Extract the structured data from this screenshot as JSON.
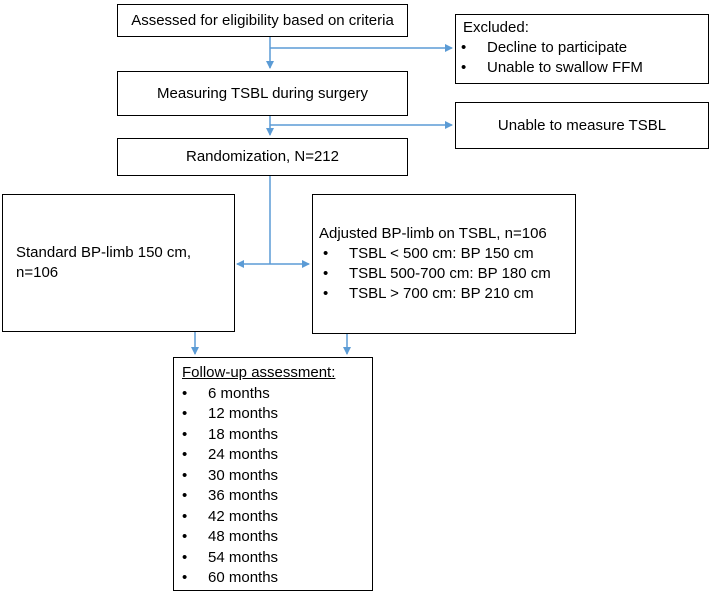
{
  "eligibility": {
    "text": "Assessed for eligibility based on criteria"
  },
  "excluded": {
    "title": "Excluded:",
    "items": [
      "Decline to participate",
      "Unable to swallow FFM"
    ]
  },
  "measuring": {
    "text": "Measuring TSBL during surgery"
  },
  "unable": {
    "text": "Unable to measure TSBL"
  },
  "randomization": {
    "text": "Randomization, N=212"
  },
  "standard": {
    "text": "Standard BP-limb 150 cm, n=106"
  },
  "adjusted": {
    "title": "Adjusted BP-limb on TSBL, n=106",
    "items": [
      "TSBL < 500 cm: BP 150 cm",
      "TSBL 500-700 cm: BP 180 cm",
      "TSBL > 700 cm: BP 210 cm"
    ]
  },
  "followup": {
    "title": "Follow-up assessment:",
    "items": [
      "6 months",
      "12 months",
      "18 months",
      "24 months",
      "30 months",
      "36 months",
      "42 months",
      "48 months",
      "54 months",
      "60 months"
    ]
  },
  "colors": {
    "connector": "#5b9bd5",
    "border": "#000000"
  }
}
